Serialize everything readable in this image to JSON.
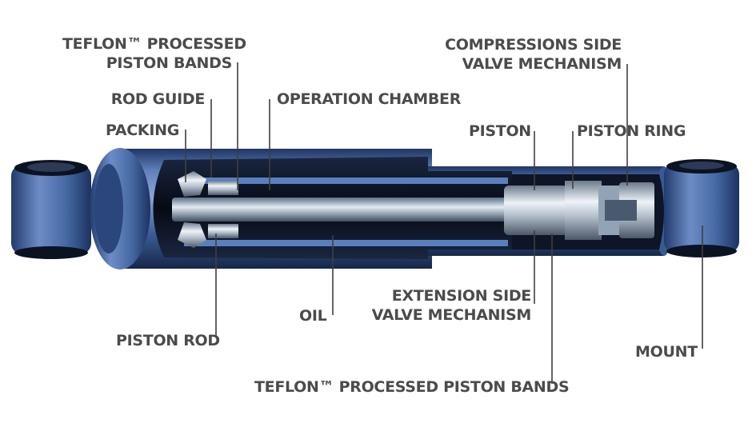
{
  "labels": {
    "teflon_top_line1": "TEFLON™ PROCESSED",
    "teflon_top_line2": "PISTON BANDS",
    "rod_guide": "ROD GUIDE",
    "packing": "PACKING",
    "operation_chamber": "OPERATION CHAMBER",
    "compression_line1": "COMPRESSIONS SIDE",
    "compression_line2": "VALVE MECHANISM",
    "piston": "PISTON",
    "piston_ring": "PISTON RING",
    "extension_line1": "EXTENSION SIDE",
    "extension_line2": "VALVE MECHANISM",
    "oil": "OIL",
    "piston_rod": "PISTON ROD",
    "mount": "MOUNT",
    "teflon_bottom": "TEFLON™ PROCESSED PISTON BANDS"
  },
  "colors": {
    "body_blue": "#3d5e98",
    "body_dark": "#1b2c52",
    "chrome": "#c9d3dd",
    "interior": "#0b1120",
    "label_text": "#4b4b4d"
  }
}
